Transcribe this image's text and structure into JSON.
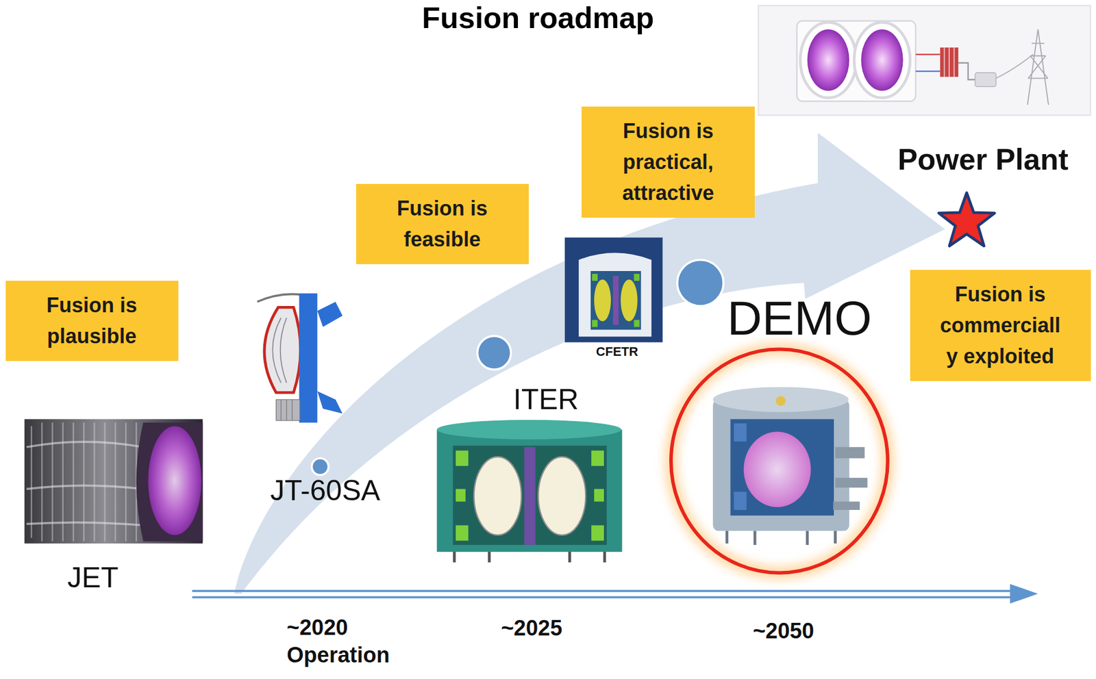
{
  "diagram": {
    "title": "Fusion roadmap",
    "nodes": [
      {
        "text": [
          "Fusion is plausible"
        ]
      },
      {
        "text": [
          "Fusion is feasible"
        ]
      },
      {
        "text": [
          "Fusion is practical, attractive"
        ]
      },
      {
        "text": [
          "Fusion is commerciall y exploited"
        ]
      }
    ],
    "labels": [
      "JET",
      "JT-60SA",
      "ITER",
      "CFETR",
      "DEMO",
      "Power Plant",
      "~2020 Operation",
      "~2025",
      "~2050"
    ]
  }
}
